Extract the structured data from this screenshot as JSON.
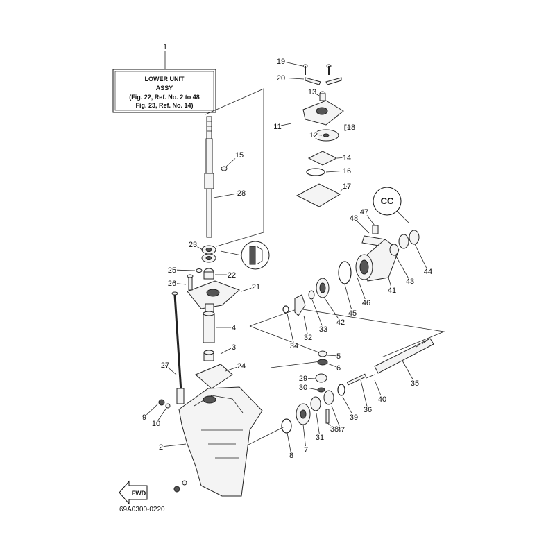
{
  "title_box": {
    "ref": "1",
    "lines": [
      "LOWER UNIT",
      "ASSY",
      "(Fig. 22, Ref. No. 2 to 48",
      "Fig. 23, Ref. No. 14)"
    ]
  },
  "callouts": [
    "2",
    "3",
    "4",
    "5",
    "6",
    "7",
    "8",
    "9",
    "10",
    "11",
    "12",
    "13",
    "14",
    "15",
    "16",
    "17",
    "18",
    "19",
    "20",
    "21",
    "22",
    "23",
    "24",
    "25",
    "26",
    "27",
    "28",
    "29",
    "30",
    "31",
    "32",
    "33",
    "34",
    "35",
    "36",
    "37",
    "38",
    "39",
    "40",
    "41",
    "42",
    "43",
    "44",
    "45",
    "46",
    "47",
    "48"
  ],
  "fwd_label": "FWD",
  "cc_label": "CC",
  "diagram_code": "69A0300-0220"
}
